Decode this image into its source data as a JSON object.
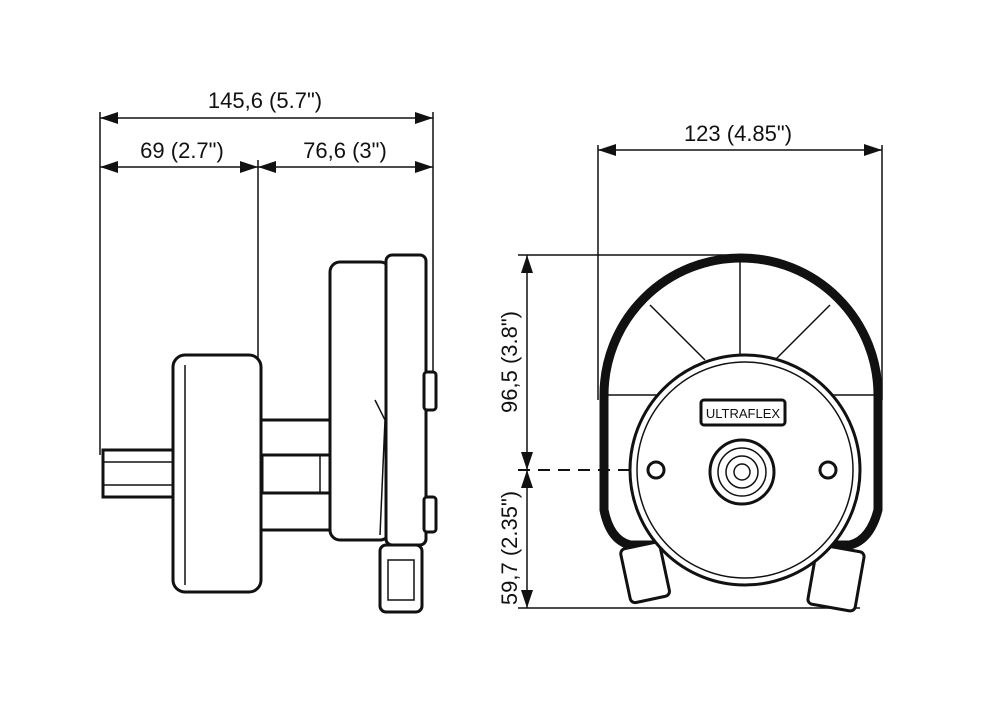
{
  "side_view": {
    "overall_width": "145,6 (5.7\")",
    "left_width": "69 (2.7\")",
    "right_width": "76,6 (3\")"
  },
  "front_view": {
    "width": "123 (4.85\")",
    "upper_height": "96,5 (3.8\")",
    "lower_height": "59,7 (2.35\")",
    "brand_label": "ULTRAFLEX"
  }
}
